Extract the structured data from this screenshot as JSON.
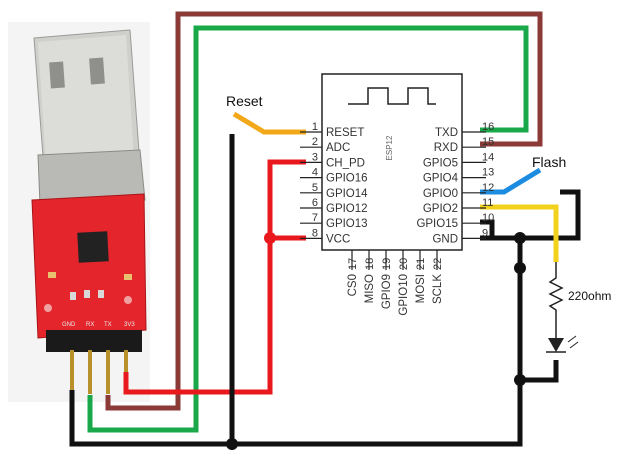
{
  "labels": {
    "reset": "Reset",
    "flash": "Flash",
    "resistor": "220ohm"
  },
  "chip": {
    "name": "ESP12",
    "left_pins": [
      {
        "num": "1",
        "name": "RESET"
      },
      {
        "num": "2",
        "name": "ADC"
      },
      {
        "num": "3",
        "name": "CH_PD"
      },
      {
        "num": "4",
        "name": "GPIO16"
      },
      {
        "num": "5",
        "name": "GPIO14"
      },
      {
        "num": "6",
        "name": "GPIO12"
      },
      {
        "num": "7",
        "name": "GPIO13"
      },
      {
        "num": "8",
        "name": "VCC"
      }
    ],
    "right_pins": [
      {
        "num": "16",
        "name": "TXD"
      },
      {
        "num": "15",
        "name": "RXD"
      },
      {
        "num": "14",
        "name": "GPIO5"
      },
      {
        "num": "13",
        "name": "GPIO4"
      },
      {
        "num": "12",
        "name": "GPIO0"
      },
      {
        "num": "11",
        "name": "GPIO2"
      },
      {
        "num": "10",
        "name": "GPIO15"
      },
      {
        "num": "9",
        "name": "GND"
      }
    ],
    "bottom_pins": [
      {
        "num": "17",
        "name": "CS0"
      },
      {
        "num": "18",
        "name": "MISO"
      },
      {
        "num": "19",
        "name": "GPIO9"
      },
      {
        "num": "20",
        "name": "GPIO10"
      },
      {
        "num": "21",
        "name": "MOSI"
      },
      {
        "num": "22",
        "name": "SCLK"
      }
    ]
  },
  "adapter": {
    "header_pins": [
      "GND",
      "RX",
      "TX",
      "3V3"
    ]
  },
  "colors": {
    "wire_red": "#e8181c",
    "wire_green": "#18a84a",
    "wire_brown": "#8b3a38",
    "wire_black": "#111111",
    "wire_yellow": "#f2d21c",
    "wire_orange": "#f2a818",
    "wire_blue": "#1c8ce0",
    "chip_outline": "#222222"
  }
}
